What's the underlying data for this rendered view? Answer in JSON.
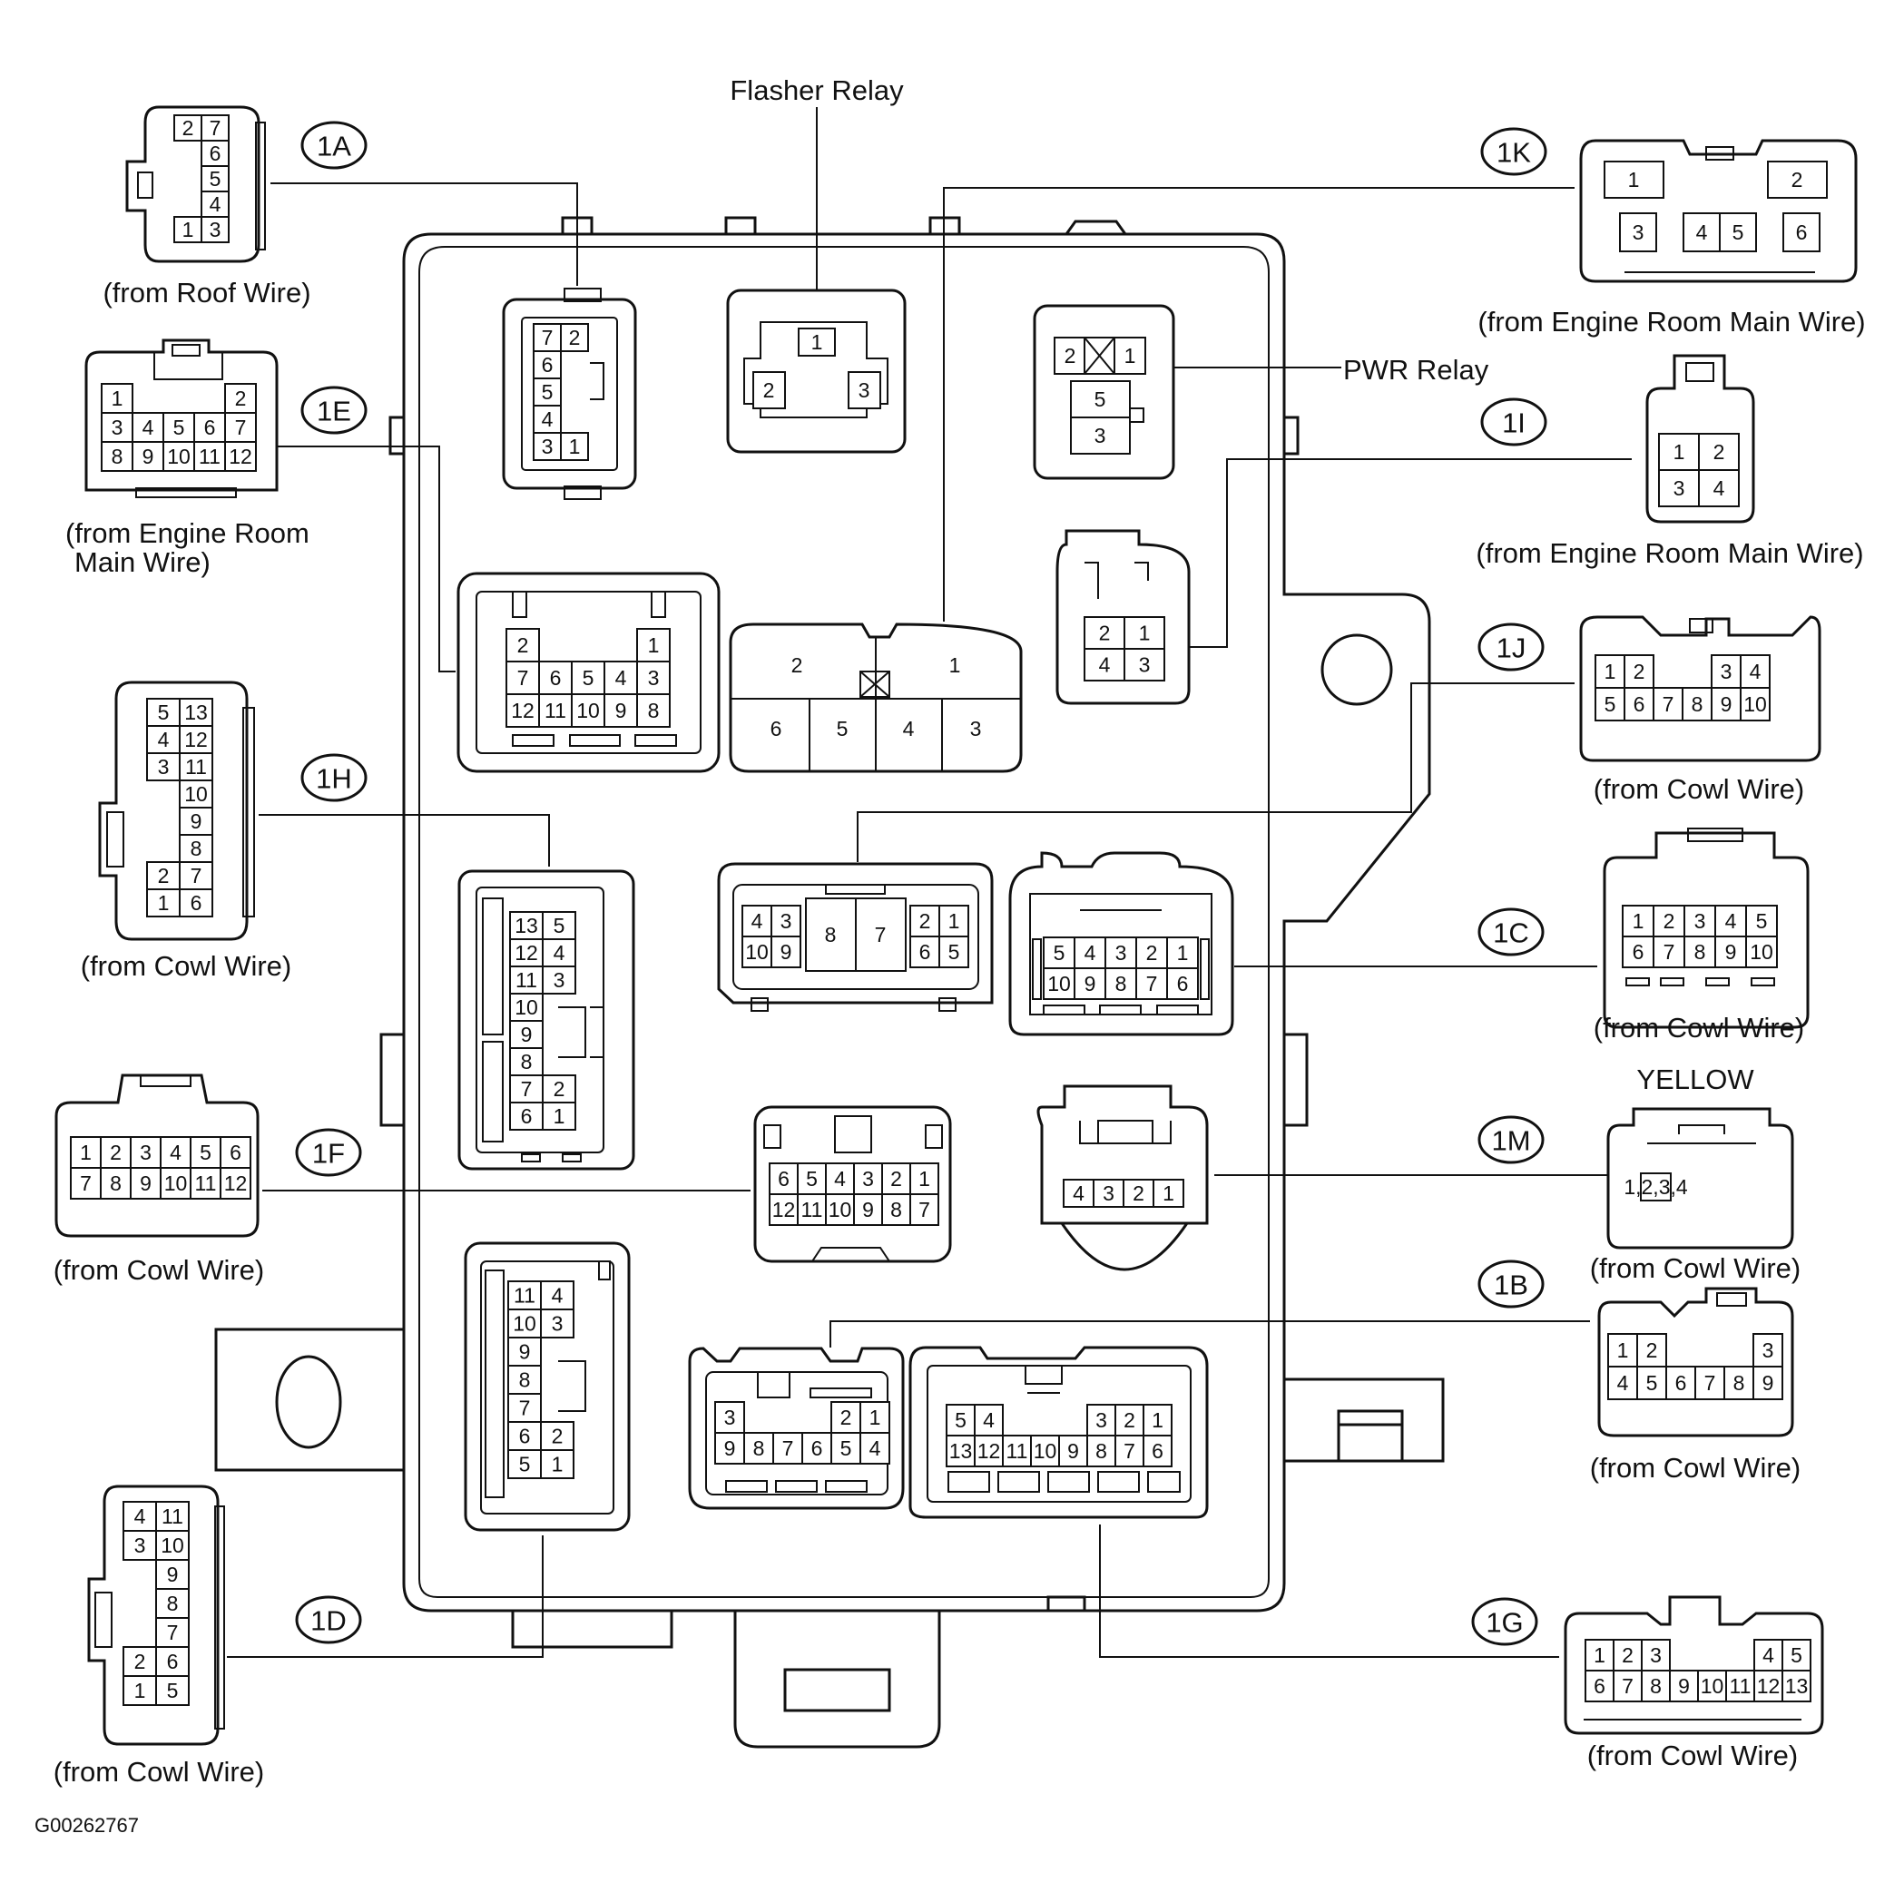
{
  "labels": {
    "flasher_relay": "Flasher Relay",
    "pwr_relay": "PWR Relay",
    "yellow": "YELLOW",
    "figure_id": "G00262767"
  },
  "callouts": {
    "c1A": "1A",
    "c1B": "1B",
    "c1C": "1C",
    "c1D": "1D",
    "c1E": "1E",
    "c1F": "1F",
    "c1G": "1G",
    "c1H": "1H",
    "c1I": "1I",
    "c1J": "1J",
    "c1K": "1K",
    "c1M": "1M"
  },
  "captions": {
    "c1A": "(from Roof Wire)",
    "c1E_line1": "(from Engine Room",
    "c1E_line2": "Main Wire)",
    "c1H": "(from Cowl Wire)",
    "c1F": "(from Cowl Wire)",
    "c1D": "(from Cowl Wire)",
    "c1K": "(from Engine Room Main Wire)",
    "c1I": "(from Engine Room Main Wire)",
    "c1J": "(from Cowl Wire)",
    "c1C": "(from Cowl Wire)",
    "c1M": "(from Cowl Wire)",
    "c1B": "(from Cowl Wire)",
    "c1G": "(from Cowl Wire)"
  },
  "connectors": {
    "c1A": [
      [
        "2",
        "7"
      ],
      [
        "",
        "6"
      ],
      [
        "",
        "5"
      ],
      [
        "",
        "4"
      ],
      [
        "1",
        "3"
      ]
    ],
    "c1E": [
      [
        "1",
        "",
        "",
        "",
        "2"
      ],
      [
        "3",
        "4",
        "5",
        "6",
        "7"
      ],
      [
        "8",
        "9",
        "10",
        "11",
        "12"
      ]
    ],
    "c1H": [
      [
        "5",
        "13"
      ],
      [
        "4",
        "12"
      ],
      [
        "3",
        "11"
      ],
      [
        "",
        "10"
      ],
      [
        "",
        "9"
      ],
      [
        "",
        "8"
      ],
      [
        "2",
        "7"
      ],
      [
        "1",
        "6"
      ]
    ],
    "c1F": [
      [
        "1",
        "2",
        "3",
        "4",
        "5",
        "6"
      ],
      [
        "7",
        "8",
        "9",
        "10",
        "11",
        "12"
      ]
    ],
    "c1D": [
      [
        "4",
        "11"
      ],
      [
        "3",
        "10"
      ],
      [
        "",
        "9"
      ],
      [
        "",
        "8"
      ],
      [
        "",
        "7"
      ],
      [
        "2",
        "6"
      ],
      [
        "1",
        "5"
      ]
    ],
    "c1K": [
      [
        "1",
        "",
        "",
        "2"
      ],
      [
        "3",
        "4",
        "5",
        "6"
      ]
    ],
    "c1I": [
      [
        "1",
        "2"
      ],
      [
        "3",
        "4"
      ]
    ],
    "c1J": [
      [
        "1",
        "2",
        "",
        "",
        "3",
        "4"
      ],
      [
        "5",
        "6",
        "7",
        "8",
        "9",
        "10"
      ]
    ],
    "c1C": [
      [
        "1",
        "2",
        "3",
        "4",
        "5"
      ],
      [
        "6",
        "7",
        "8",
        "9",
        "10"
      ]
    ],
    "c1M": [
      [
        "1",
        "2",
        "3",
        "4"
      ]
    ],
    "c1B": [
      [
        "1",
        "2",
        "",
        "",
        "",
        "3"
      ],
      [
        "4",
        "5",
        "6",
        "7",
        "8",
        "9"
      ]
    ],
    "c1G": [
      [
        "1",
        "2",
        "3",
        "",
        "",
        "",
        "4",
        "5"
      ],
      [
        "6",
        "7",
        "8",
        "9",
        "10",
        "11",
        "12",
        "13"
      ]
    ]
  },
  "block": {
    "socket_1A": [
      [
        "7",
        "2"
      ],
      [
        "6",
        ""
      ],
      [
        "5",
        ""
      ],
      [
        "4",
        ""
      ],
      [
        "3",
        "1"
      ]
    ],
    "flasher": [
      "1",
      "2",
      "3"
    ],
    "pwr": [
      "2",
      "1",
      "5",
      "3"
    ],
    "socket_1E": [
      [
        "2",
        "",
        "",
        "",
        "1"
      ],
      [
        "7",
        "6",
        "5",
        "4",
        "3"
      ],
      [
        "12",
        "11",
        "10",
        "9",
        "8"
      ]
    ],
    "socket_1K": [
      [
        "2",
        "",
        "",
        "1"
      ],
      [
        "6",
        "5",
        "4",
        "3"
      ]
    ],
    "socket_1I": [
      [
        "2",
        "1"
      ],
      [
        "4",
        "3"
      ]
    ],
    "socket_1H": [
      [
        "13",
        "5"
      ],
      [
        "12",
        "4"
      ],
      [
        "11",
        "3"
      ],
      [
        "10",
        ""
      ],
      [
        "9",
        ""
      ],
      [
        "8",
        ""
      ],
      [
        "7",
        "2"
      ],
      [
        "6",
        "1"
      ]
    ],
    "socket_1J": {
      "left": [
        [
          "4",
          "3"
        ],
        [
          "10",
          "9"
        ]
      ],
      "mid": [
        "8",
        "7"
      ],
      "right": [
        [
          "2",
          "1"
        ],
        [
          "6",
          "5"
        ]
      ]
    },
    "socket_1C": [
      [
        "5",
        "4",
        "3",
        "2",
        "1"
      ],
      [
        "10",
        "9",
        "8",
        "7",
        "6"
      ]
    ],
    "socket_1F": [
      [
        "6",
        "5",
        "4",
        "3",
        "2",
        "1"
      ],
      [
        "12",
        "11",
        "10",
        "9",
        "8",
        "7"
      ]
    ],
    "socket_1M": [
      "4",
      "3",
      "2",
      "1"
    ],
    "socket_1D": [
      [
        "11",
        "4"
      ],
      [
        "10",
        "3"
      ],
      [
        "9",
        ""
      ],
      [
        "8",
        ""
      ],
      [
        "7",
        ""
      ],
      [
        "6",
        "2"
      ],
      [
        "5",
        "1"
      ]
    ],
    "socket_1B": [
      [
        "3",
        "",
        "",
        "",
        "2",
        "1"
      ],
      [
        "9",
        "8",
        "7",
        "6",
        "5",
        "4"
      ]
    ],
    "socket_1G": [
      [
        "5",
        "4",
        "",
        "",
        "",
        "3",
        "2",
        "1"
      ],
      [
        "13",
        "12",
        "11",
        "10",
        "9",
        "8",
        "7",
        "6"
      ]
    ]
  }
}
